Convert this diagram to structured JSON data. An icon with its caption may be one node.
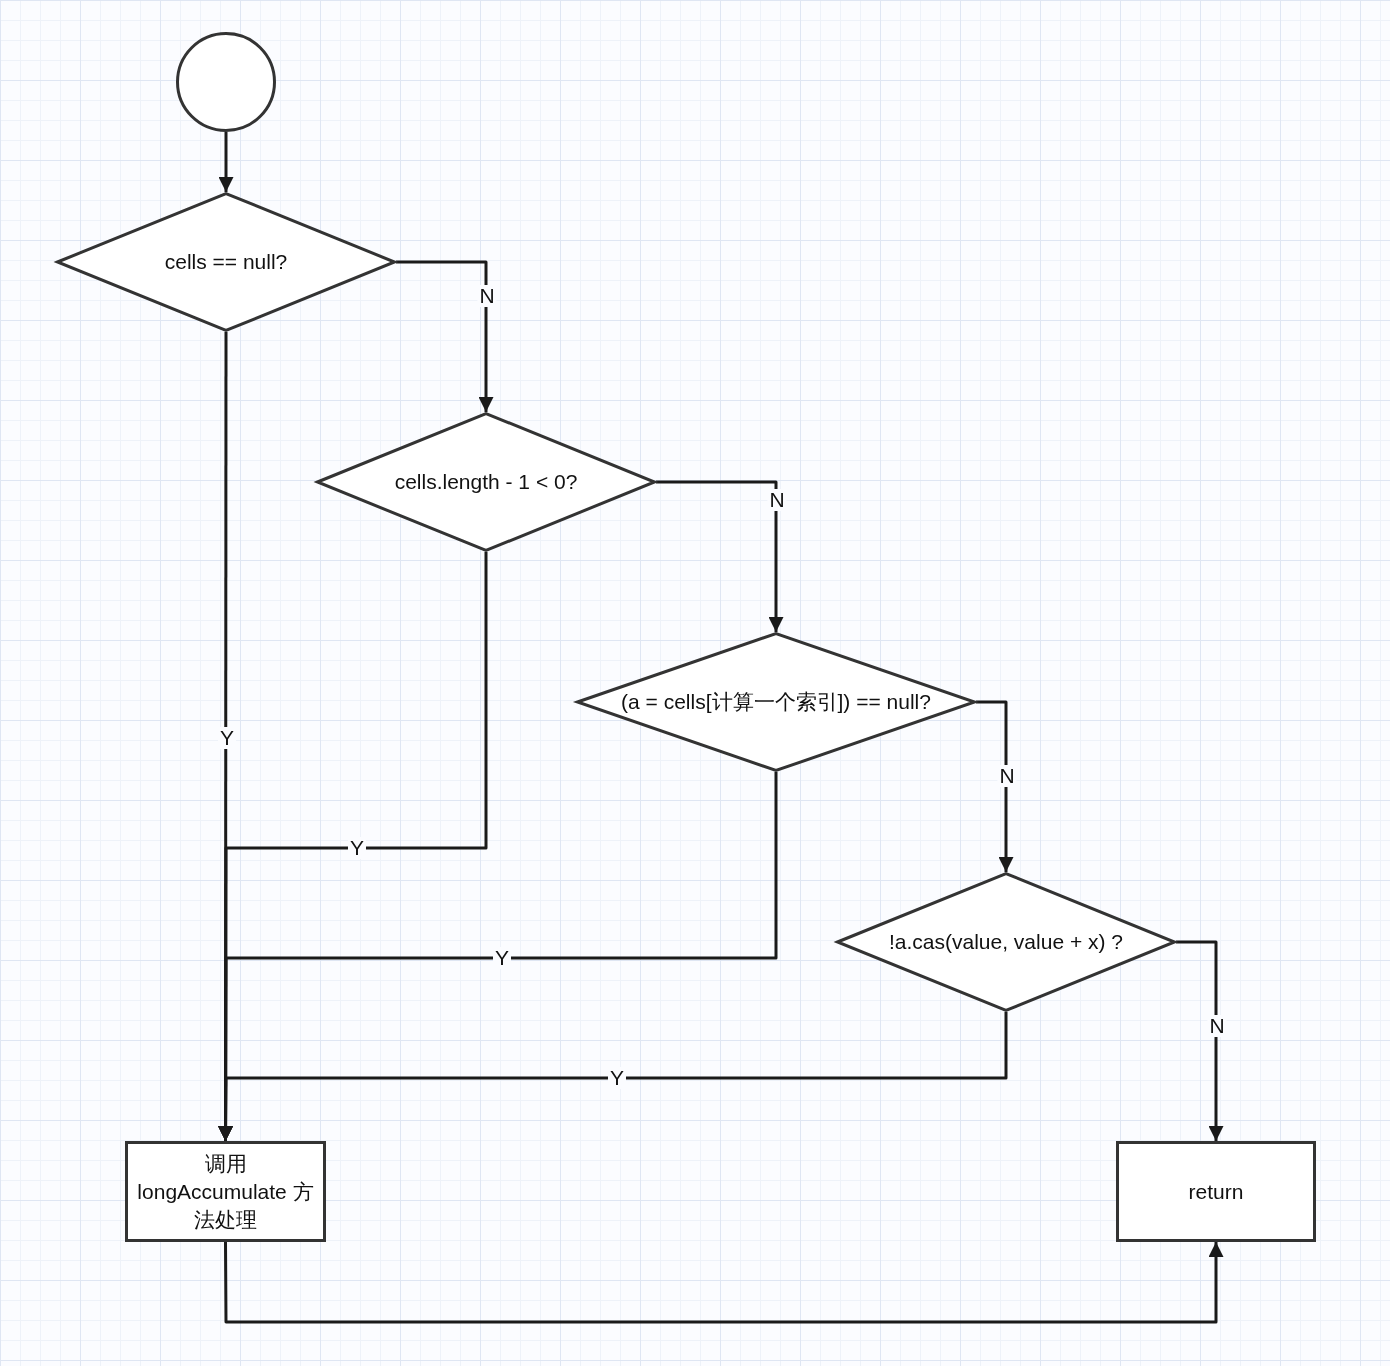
{
  "diagram": {
    "nodes": [
      {
        "text": [],
        "shape": "circle"
      },
      {
        "text": [
          "cells == null?"
        ]
      },
      {
        "text": [
          "cells.length - 1 < 0?"
        ]
      },
      {
        "text": [
          "(a = cells[计算一个索引]) == null?"
        ]
      },
      {
        "text": [
          "!a.cas(value, value + x) ?"
        ]
      },
      {
        "text": [
          "调用 longAccumulate 方法处理"
        ]
      },
      {
        "text": [
          "return"
        ]
      }
    ],
    "edges": [
      {
        "from": 0,
        "to": 1,
        "arrow": "to"
      },
      {
        "from": 1,
        "to": 2,
        "arrow": "to",
        "label": "N"
      },
      {
        "from": 1,
        "to": 5,
        "arrow": "to",
        "label": "Y"
      },
      {
        "from": 2,
        "to": 3,
        "arrow": "to",
        "label": "N"
      },
      {
        "from": 2,
        "to": 5,
        "arrow": "to",
        "label": "Y"
      },
      {
        "from": 3,
        "to": 4,
        "arrow": "to",
        "label": "N"
      },
      {
        "from": 3,
        "to": 5,
        "arrow": "to",
        "label": "Y"
      },
      {
        "from": 4,
        "to": 6,
        "arrow": "to",
        "label": "N"
      },
      {
        "from": 4,
        "to": 5,
        "arrow": "to",
        "label": "Y"
      },
      {
        "from": 5,
        "to": 6,
        "arrow": "to"
      }
    ]
  }
}
